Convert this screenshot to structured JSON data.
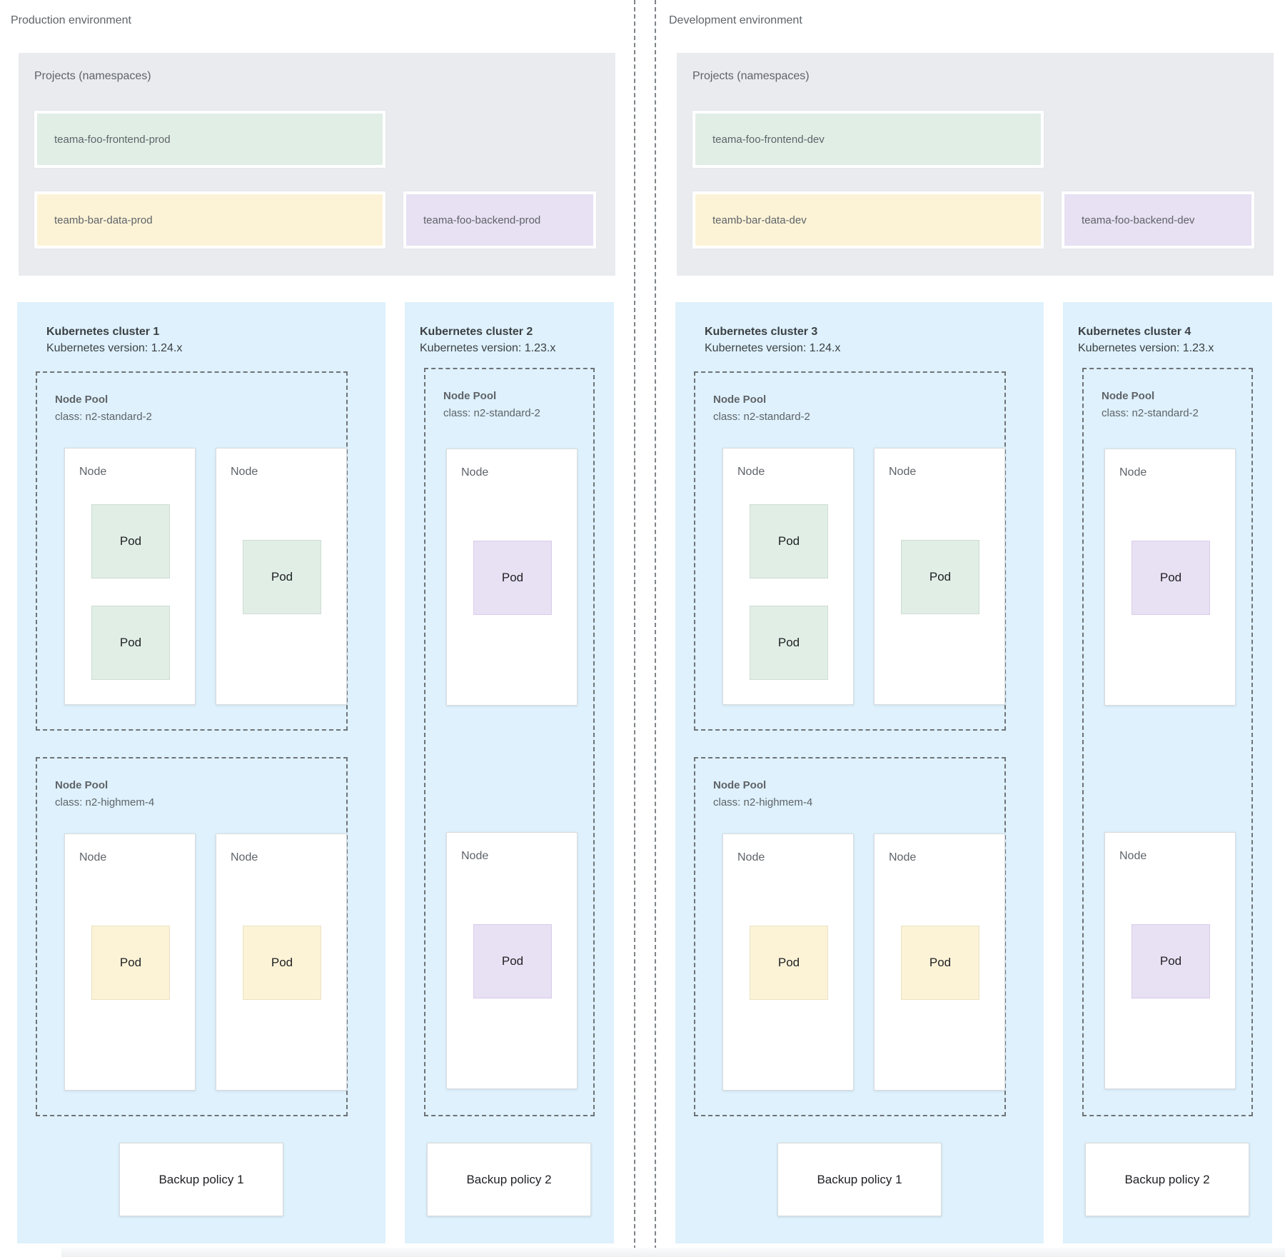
{
  "palette": {
    "cluster_bg": "#def1fc",
    "projects_bg": "#e9ebef",
    "divider": "#7f8387",
    "green": {
      "fill": "#e0eee6",
      "border": "#cfdcd3"
    },
    "yellow": {
      "fill": "#fcf3d7",
      "border": "#eae1c5"
    },
    "purple": {
      "fill": "#e8e0f3",
      "border": "#d9cdea"
    }
  },
  "environments": [
    {
      "label": "Production environment",
      "projects": {
        "title": "Projects (namespaces)",
        "namespaces": [
          {
            "label": "teama-foo-frontend-prod",
            "color": "green",
            "slot": "top-left"
          },
          {
            "label": "teamb-bar-data-prod",
            "color": "yellow",
            "slot": "bottom-left"
          },
          {
            "label": "teama-foo-backend-prod",
            "color": "purple",
            "slot": "bottom-right"
          }
        ]
      },
      "clusters": [
        {
          "title": "Kubernetes cluster 1",
          "subtitle": "Kubernetes version: 1.24.x",
          "backup_policy": "Backup policy 1",
          "node_pools": [
            {
              "title": "Node Pool",
              "class_label": "class: n2-standard-2",
              "nodes": [
                {
                  "label": "Node",
                  "pods": [
                    {
                      "label": "Pod",
                      "color": "green"
                    },
                    {
                      "label": "Pod",
                      "color": "green"
                    }
                  ]
                },
                {
                  "label": "Node",
                  "pods": [
                    {
                      "label": "Pod",
                      "color": "green"
                    }
                  ]
                }
              ]
            },
            {
              "title": "Node Pool",
              "class_label": "class: n2-highmem-4",
              "nodes": [
                {
                  "label": "Node",
                  "pods": [
                    {
                      "label": "Pod",
                      "color": "yellow"
                    }
                  ]
                },
                {
                  "label": "Node",
                  "pods": [
                    {
                      "label": "Pod",
                      "color": "yellow"
                    }
                  ]
                }
              ]
            }
          ]
        },
        {
          "title": "Kubernetes cluster 2",
          "subtitle": "Kubernetes version: 1.23.x",
          "backup_policy": "Backup policy 2",
          "node_pools": [
            {
              "title": "Node Pool",
              "class_label": "class: n2-standard-2",
              "nodes": [
                {
                  "label": "Node",
                  "pods": [
                    {
                      "label": "Pod",
                      "color": "purple"
                    }
                  ]
                },
                {
                  "label": "Node",
                  "pods": [
                    {
                      "label": "Pod",
                      "color": "purple"
                    }
                  ]
                }
              ]
            }
          ]
        }
      ]
    },
    {
      "label": "Development environment",
      "projects": {
        "title": "Projects (namespaces)",
        "namespaces": [
          {
            "label": "teama-foo-frontend-dev",
            "color": "green",
            "slot": "top-left"
          },
          {
            "label": "teamb-bar-data-dev",
            "color": "yellow",
            "slot": "bottom-left"
          },
          {
            "label": "teama-foo-backend-dev",
            "color": "purple",
            "slot": "bottom-right"
          }
        ]
      },
      "clusters": [
        {
          "title": "Kubernetes cluster 3",
          "subtitle": "Kubernetes version: 1.24.x",
          "backup_policy": "Backup policy 1",
          "node_pools": [
            {
              "title": "Node Pool",
              "class_label": "class: n2-standard-2",
              "nodes": [
                {
                  "label": "Node",
                  "pods": [
                    {
                      "label": "Pod",
                      "color": "green"
                    },
                    {
                      "label": "Pod",
                      "color": "green"
                    }
                  ]
                },
                {
                  "label": "Node",
                  "pods": [
                    {
                      "label": "Pod",
                      "color": "green"
                    }
                  ]
                }
              ]
            },
            {
              "title": "Node Pool",
              "class_label": "class: n2-highmem-4",
              "nodes": [
                {
                  "label": "Node",
                  "pods": [
                    {
                      "label": "Pod",
                      "color": "yellow"
                    }
                  ]
                },
                {
                  "label": "Node",
                  "pods": [
                    {
                      "label": "Pod",
                      "color": "yellow"
                    }
                  ]
                }
              ]
            }
          ]
        },
        {
          "title": "Kubernetes cluster 4",
          "subtitle": "Kubernetes version: 1.23.x",
          "backup_policy": "Backup policy 2",
          "node_pools": [
            {
              "title": "Node Pool",
              "class_label": "class: n2-standard-2",
              "nodes": [
                {
                  "label": "Node",
                  "pods": [
                    {
                      "label": "Pod",
                      "color": "purple"
                    }
                  ]
                },
                {
                  "label": "Node",
                  "pods": [
                    {
                      "label": "Pod",
                      "color": "purple"
                    }
                  ]
                }
              ]
            }
          ]
        }
      ]
    }
  ]
}
